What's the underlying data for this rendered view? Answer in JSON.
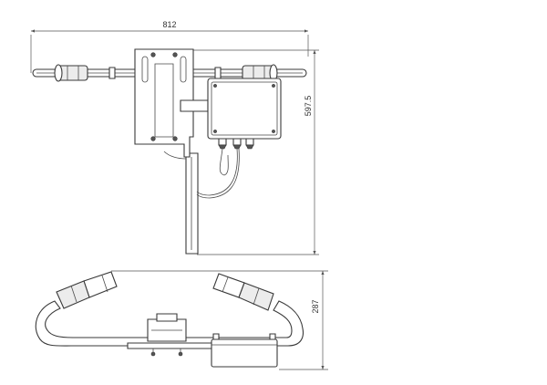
{
  "dimensions": {
    "top_width": "812",
    "top_height": "597.5",
    "side_height": "287"
  },
  "colors": {
    "line": "#3a3a3a",
    "background": "#ffffff",
    "grip_fill": "#ececec"
  }
}
